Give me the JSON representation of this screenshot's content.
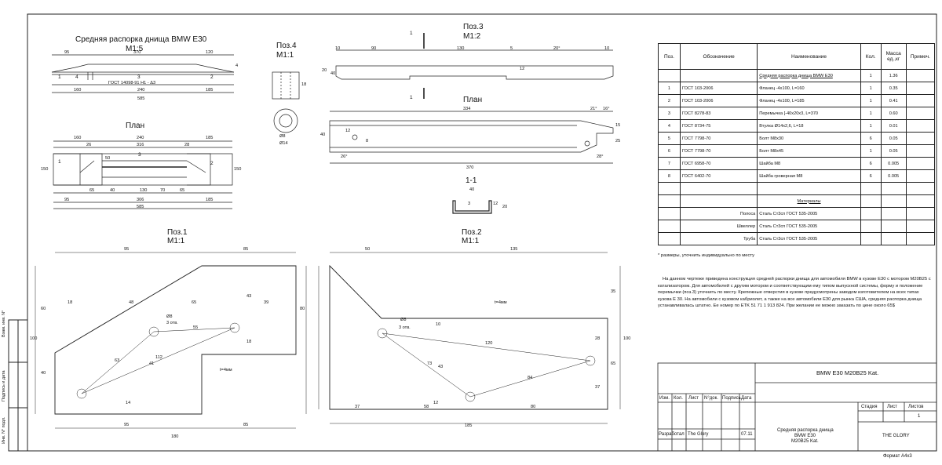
{
  "views": {
    "assembly_title": "Средняя распорка днища  BMW E30",
    "assembly_scale": "М1:5",
    "plan_left_title": "План",
    "pos4_title": "Поз.4",
    "pos4_scale": "М1:1",
    "pos3_title": "Поз.3",
    "pos3_scale": "М1:2",
    "plan_right_title": "План",
    "section_title": "1-1",
    "pos1_title": "Поз.1",
    "pos1_scale": "М1:1",
    "pos2_title": "Поз.2",
    "pos2_scale": "М1:1"
  },
  "assembly_dims": {
    "d95": "95",
    "d370": "370",
    "d120": "120",
    "d160": "160",
    "d240": "240",
    "d185": "185",
    "d585": "585",
    "gost": "ГОСТ 14098-91  Н1 - Δ3",
    "p1": "1",
    "p2": "2",
    "p3": "3",
    "p4": "4",
    "h": "4"
  },
  "plan_dims": {
    "d160": "160",
    "d240": "240",
    "d185": "185",
    "d26": "26",
    "d316": "316",
    "d28": "28",
    "d150l": "150",
    "d150r": "150",
    "d65a": "65",
    "d40a": "40",
    "d130": "130",
    "d70": "70",
    "d65b": "65",
    "d95": "95",
    "d306": "306",
    "d185b": "185",
    "d585": "585",
    "p1": "1",
    "p2": "2",
    "p3": "3",
    "d50": "50"
  },
  "pos4_dims": {
    "d18": "18",
    "d8": "Ø8",
    "d14": "Ø14"
  },
  "pos3_dims": {
    "d10a": "10",
    "d90": "90",
    "d130": "130",
    "d5": "5",
    "d20deg": "20°",
    "d10b": "10",
    "d20": "20",
    "d40": "40",
    "d12": "12",
    "sec": "1",
    "d334": "334",
    "d21": "21°",
    "d16": "16°",
    "d40b": "40",
    "d15": "15",
    "d25": "25",
    "d26": "26°",
    "d28": "28°",
    "d370": "370",
    "d12b": "12",
    "d8": "8",
    "s40": "40",
    "s3": "3",
    "s12": "12",
    "s20": "20"
  },
  "pos1_dims": {
    "d95": "95",
    "d85": "85",
    "d60": "60",
    "d100": "100",
    "d40": "40",
    "d80": "80",
    "d18": "18",
    "d48": "48",
    "d65": "65",
    "d39": "39",
    "d43": "43",
    "d18b": "18",
    "d8": "Ø8",
    "d3": "3 отв.",
    "d55": "55",
    "d63": "63",
    "d41": "41",
    "d112": "112",
    "d14": "14",
    "t": "t=4мм",
    "b95": "95",
    "b85": "85",
    "b180": "180"
  },
  "pos2_dims": {
    "d50": "50",
    "d135": "135",
    "d35": "35",
    "d100": "100",
    "d65": "65",
    "d8": "Ø8",
    "d3": "3 отв.",
    "d10": "10",
    "d120": "120",
    "d28": "28",
    "d73": "73",
    "d43": "43",
    "d84": "84",
    "d37": "37",
    "d12": "12",
    "b37": "37",
    "b58": "58",
    "b80": "80",
    "b185": "185",
    "t": "t=4мм"
  },
  "spec": {
    "headers": [
      "Поз.",
      "Обозначение",
      "Наименование",
      "Кол.",
      "Масса ед.,кг",
      "Примеч."
    ],
    "rows": [
      [
        "",
        "",
        "Средняя распорка днища  BMW E30",
        "1",
        "1.36",
        ""
      ],
      [
        "1",
        "ГОСТ 103-2006",
        "Фланец -4х100, L=160",
        "1",
        "0.35",
        ""
      ],
      [
        "2",
        "ГОСТ 103-2006",
        "Фланец -4х100, L=185",
        "1",
        "0.41",
        ""
      ],
      [
        "3",
        "ГОСТ 8278-83",
        "Перемычка  [-40х20х3, L=370",
        "1",
        "0.60",
        ""
      ],
      [
        "4",
        "ГОСТ 8734-75",
        "Втулка Ø14х2,6, L=18",
        "1",
        "0.01",
        ""
      ],
      [
        "5",
        "ГОСТ 7798-70",
        "Болт М8х30",
        "6",
        "0.05",
        ""
      ],
      [
        "6",
        "ГОСТ 7798-70",
        "Болт М8х45",
        "1",
        "0.05",
        ""
      ],
      [
        "7",
        "ГОСТ 6958-70",
        "Шайба М8",
        "6",
        "0.005",
        ""
      ],
      [
        "8",
        "ГОСТ 6402-70",
        "Шайба гроверная М8",
        "6",
        "0.005",
        ""
      ]
    ],
    "materials_title": "Материалы",
    "materials": [
      [
        "Полоса",
        "Сталь Ст3сп ГОСТ 535-2005"
      ],
      [
        "Швеллер",
        "Сталь Ст3сп ГОСТ 535-2005"
      ],
      [
        "Труба",
        "Сталь Ст3сп ГОСТ 535-2005"
      ]
    ]
  },
  "notes": {
    "asterisk": "* размеры, уточнить индивидуально по месту",
    "paragraph": "На данном чертеже приведена конструкция средней распорки днища для автомобиля  BMW в кузове E30 с мотором M20B25 с катализатором. Для автомобилей с другим мотором и соответствующим ему    типом выпускной системы, форму и положение перемычки  (поз.3) уточнить по месту. Крепежные отверстия в кузове предусмотрены заводом изготовителем на всех типах кузова E  30. На автомобили с кузовом кабриолет, а также на все автомобили E30 для рынка США, средняя распорка днища устанавливалась штатно. Ее номер по ETK 51 71 1 913 824. При желании ее можно заказать по цене около  65$"
  },
  "stamp": {
    "title": "BMW E30 M20B25 Kat.",
    "izm": "Изм.",
    "kol": "Кол.",
    "list": "Лист",
    "ndok": "N°док.",
    "podp": "Подпись",
    "data": "Дата",
    "razrab": "Разработал",
    "author": "The Glory",
    "date": "07.11",
    "name1": "Средняя распорка днища",
    "name2": "BMW E30",
    "name3": "M20B25 Kat.",
    "stadiya": "Стадия",
    "list2": "Лист",
    "listov": "Листов",
    "listov_val": "1",
    "org": "THE GLORY",
    "format": "Формат А4х3",
    "side1": "Взам. инв. N°",
    "side2": "Подпись и дата",
    "side3": "Инв. N° подл."
  }
}
